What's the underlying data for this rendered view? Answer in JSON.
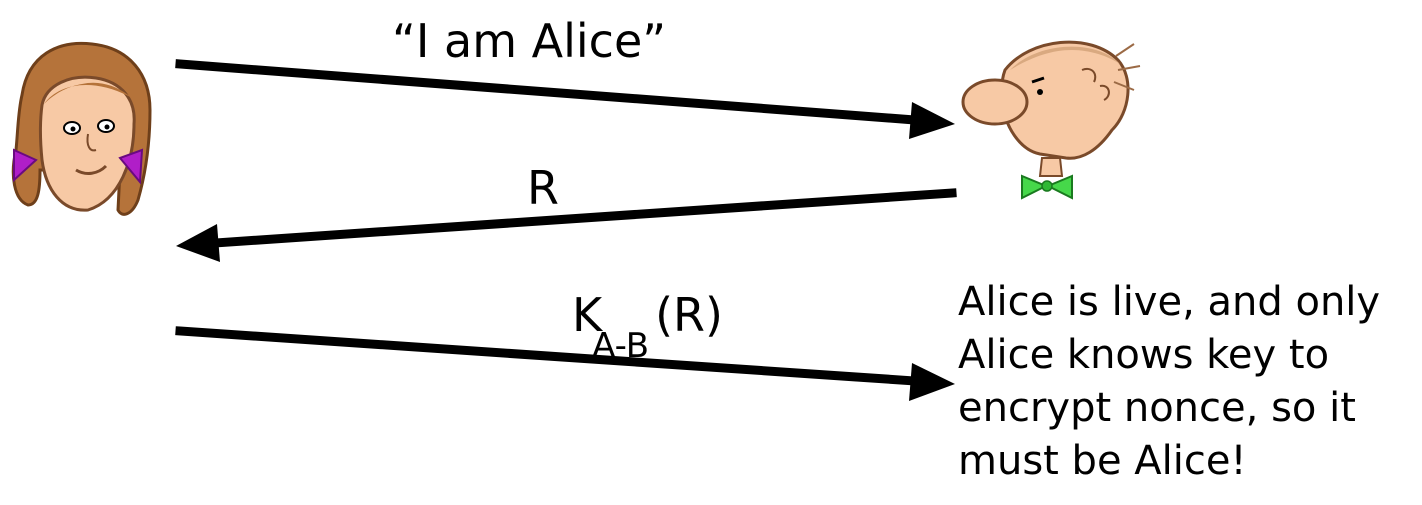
{
  "messages": [
    {
      "text": "“I am Alice”",
      "from": "Alice",
      "to": "Bob"
    },
    {
      "text": "R",
      "from": "Bob",
      "to": "Alice"
    },
    {
      "text_main": "K",
      "text_sub": "A-B",
      "text_rest": "(R)",
      "from": "Alice",
      "to": "Bob"
    }
  ],
  "note_lines": [
    "Alice is live, and only",
    "Alice knows key to",
    "encrypt nonce, so it",
    "must be Alice!"
  ],
  "colors": {
    "arrow": "#000000",
    "alice_hair": "#b5733a",
    "alice_bow": "#b01ec8",
    "skin": "#f7c9a5",
    "bob_tie": "#46d84a"
  },
  "icons": [
    "alice-avatar",
    "bob-avatar"
  ]
}
